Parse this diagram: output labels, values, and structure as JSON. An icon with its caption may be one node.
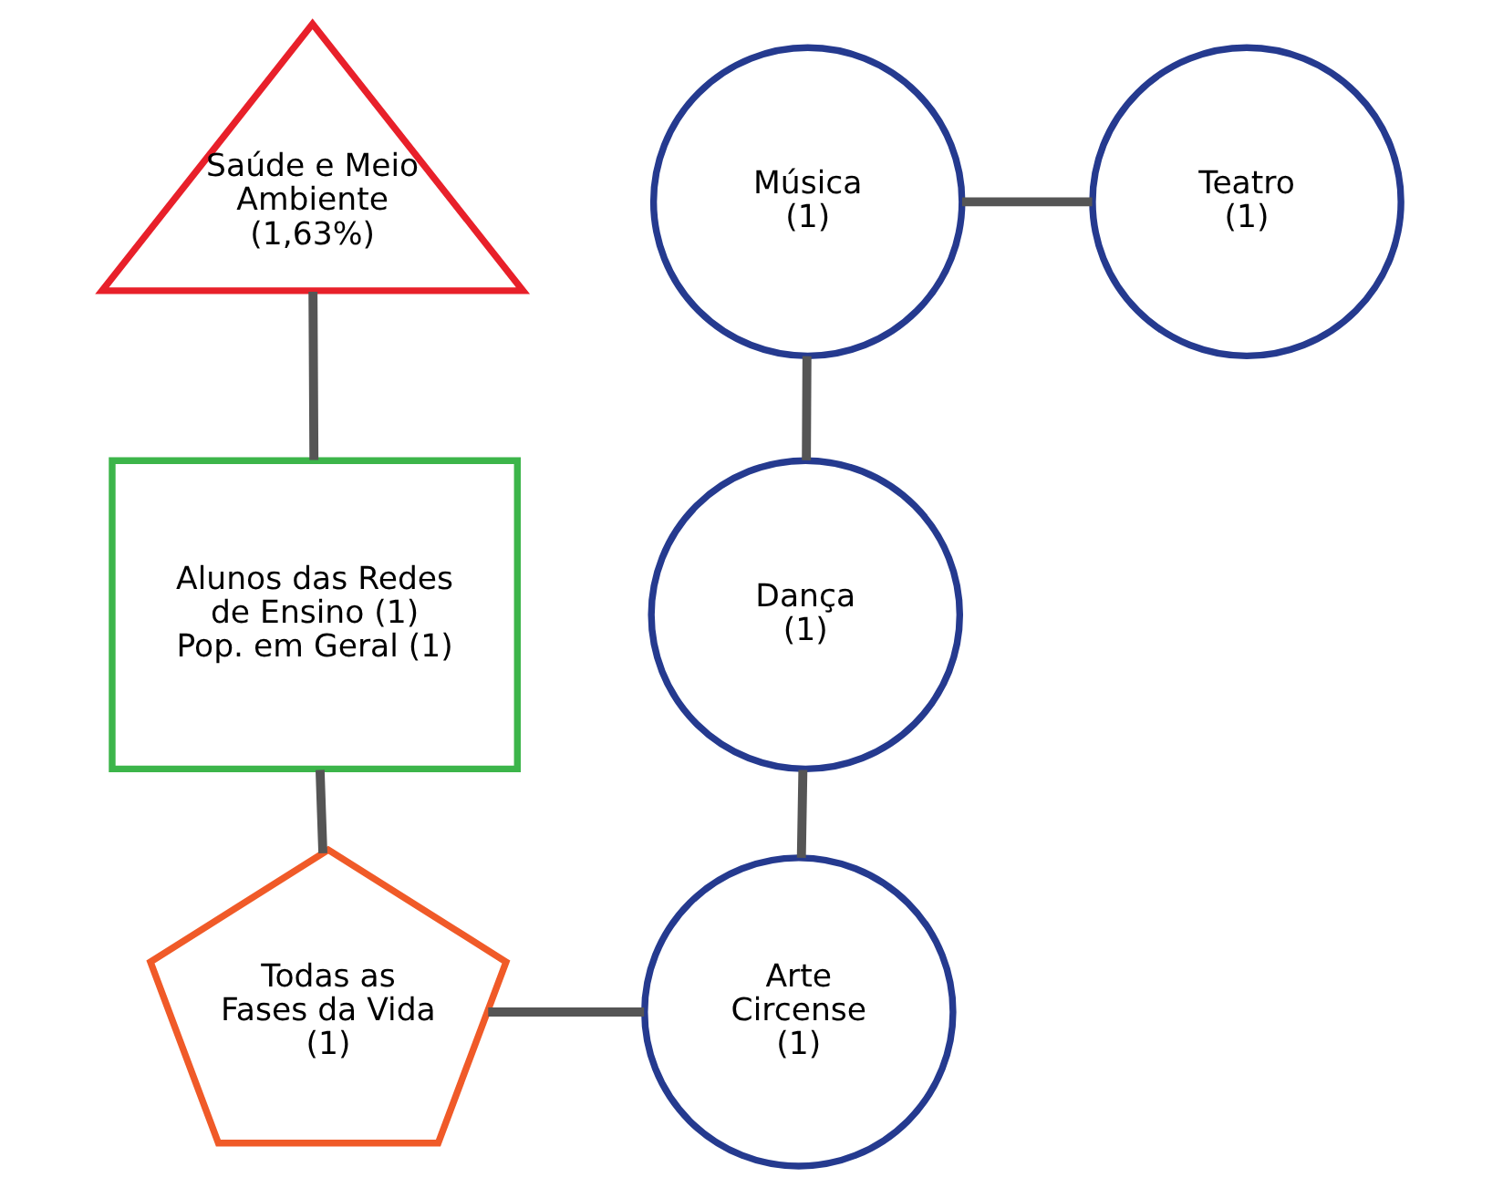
{
  "diagram": {
    "nodes": [
      {
        "text": [
          "Saúde e Meio Ambiente",
          "(1,63%)"
        ]
      },
      {
        "text": [
          "Alunos das Redes de Ensino (1) Pop. em Geral (1)"
        ]
      },
      {
        "text": [
          "Todas as Fases da Vida",
          "(1)"
        ]
      },
      {
        "text": [
          "Música",
          "(1)"
        ]
      },
      {
        "text": [
          "Teatro",
          "(1)"
        ]
      },
      {
        "text": [
          "Dança",
          "(1)"
        ]
      },
      {
        "text": [
          "Arte Circense",
          "(1)"
        ]
      }
    ],
    "edges": [
      {
        "from": 0,
        "to": 1,
        "arrow": "none"
      },
      {
        "from": 1,
        "to": 2,
        "arrow": "none"
      },
      {
        "from": 2,
        "to": 6,
        "arrow": "none"
      },
      {
        "from": 6,
        "to": 5,
        "arrow": "none"
      },
      {
        "from": 5,
        "to": 3,
        "arrow": "none"
      },
      {
        "from": 3,
        "to": 4,
        "arrow": "none"
      }
    ]
  }
}
